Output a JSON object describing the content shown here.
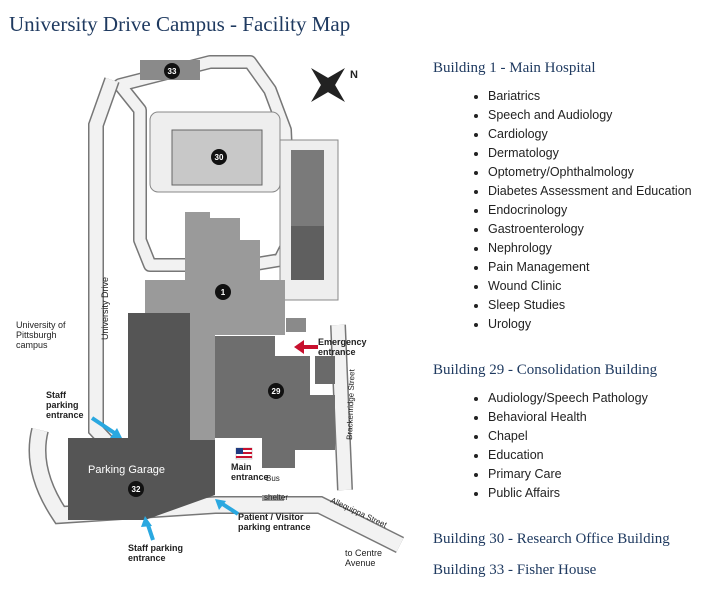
{
  "page": {
    "title": "University Drive Campus - Facility Map"
  },
  "colors": {
    "title_blue": "#1f3a60",
    "road_gray": "#e6e6e6",
    "building_light": "#9a9a9a",
    "building_mid": "#717171",
    "building_dark": "#555555",
    "arrow_blue": "#2aa8e0",
    "arrow_red": "#c8102e"
  },
  "map": {
    "labels": {
      "university_drive": "University Drive",
      "pitt_campus_1": "University of",
      "pitt_campus_2": "Pittsburgh",
      "pitt_campus_3": "campus",
      "staff_parking_1_line1": "Staff",
      "staff_parking_1_line2": "parking",
      "staff_parking_1_line3": "entrance",
      "staff_parking_2_line1": "Staff parking",
      "staff_parking_2_line2": "entrance",
      "parking_garage": "Parking Garage",
      "emergency_line1": "Emergency",
      "emergency_line2": "entrance",
      "main_entrance_line1": "Main",
      "main_entrance_line2": "entrance",
      "bus_line1": "Bus",
      "bus_line2": "shelter",
      "patient_line1": "Patient / Visitor",
      "patient_line2": "parking entrance",
      "brackenridge": "Brackenridge Street",
      "allequippa": "Allequippa Street",
      "centre_line1": "to Centre",
      "centre_line2": "Avenue",
      "north": "N"
    },
    "markers": {
      "b33": "33",
      "b30": "30",
      "b1": "1",
      "b29": "29",
      "b32": "32"
    }
  },
  "buildings": [
    {
      "heading": "Building 1 - Main Hospital",
      "departments": [
        "Bariatrics",
        "Speech and Audiology",
        "Cardiology",
        "Dermatology",
        "Optometry/Ophthalmology",
        "Diabetes Assessment and Education",
        "Endocrinology",
        "Gastroenterology",
        "Nephrology",
        "Pain Management",
        "Wound Clinic",
        "Sleep Studies",
        "Urology"
      ]
    },
    {
      "heading": "Building 29 - Consolidation Building",
      "departments": [
        "Audiology/Speech Pathology",
        "Behavioral Health",
        "Chapel",
        "Education",
        "Primary Care",
        "Public Affairs"
      ]
    },
    {
      "heading": "Building 30 - Research Office Building",
      "departments": []
    },
    {
      "heading": "Building 33 - Fisher House",
      "departments": []
    }
  ]
}
